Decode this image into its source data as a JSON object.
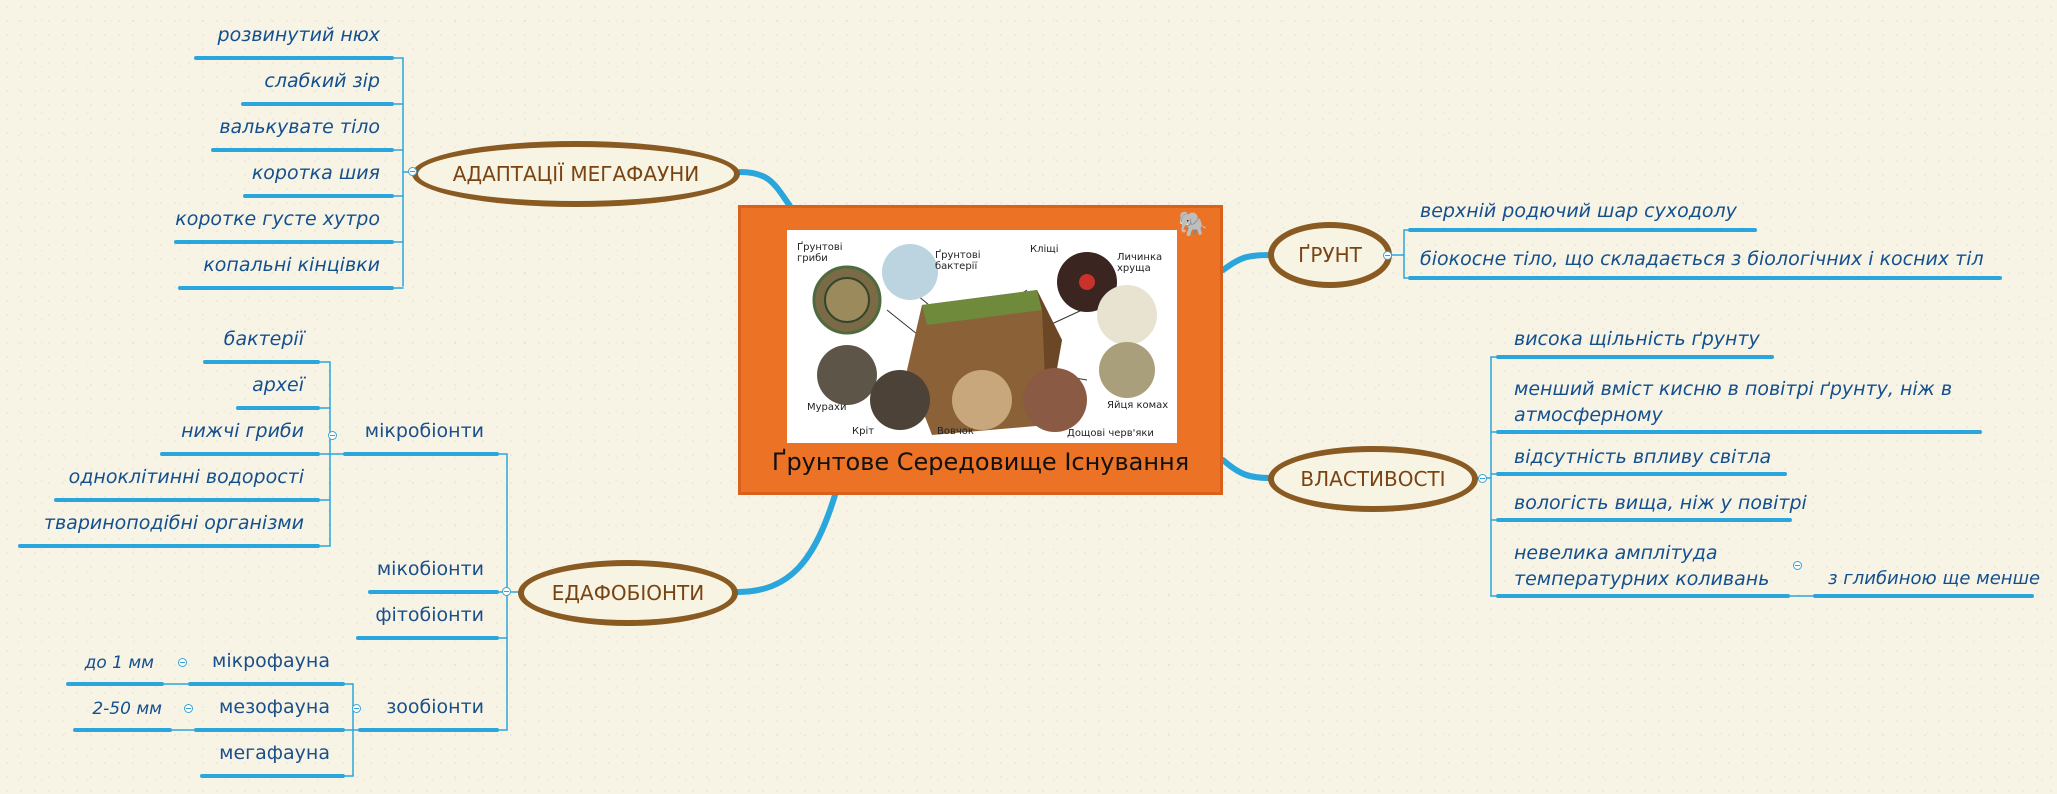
{
  "central": {
    "title": "Ґрунтове Середовище Існування",
    "image_labels": {
      "fungi": "Ґрунтові гриби",
      "bacteria": "Ґрунтові бактерії",
      "mites": "Кліщі",
      "larva": "Личинка хруща",
      "ants": "Мурахи",
      "mole": "Кріт",
      "cricket": "Вовчок",
      "worms": "Дощові черв'яки",
      "eggs": "Яйця комах"
    }
  },
  "adaptations": {
    "label": "АДАПТАЦІЇ МЕГАФАУНИ",
    "items": [
      "розвинутий нюх",
      "слабкий зір",
      "валькувате тіло",
      "коротка шия",
      "коротке густе хутро",
      "копальні кінцівки"
    ]
  },
  "edafobionty": {
    "label": "ЕДАФОБІОНТИ",
    "mikrobionty": {
      "label": "мікробіонти",
      "items": [
        "бактерії",
        "археї",
        "нижчі гриби",
        "одноклітинні водорості",
        "твариноподібні організми"
      ]
    },
    "mikobionty": "мікобіонти",
    "fitobionty": "фітобіонти",
    "zoobionty": {
      "label": "зообіонти",
      "mikrofauna": "мікрофауна",
      "mikrofauna_size": "до 1 мм",
      "mezofauna": "мезофауна",
      "mezofauna_size": "2-50 мм",
      "megafauna": "мегафауна"
    }
  },
  "grunt": {
    "label": "ҐРУНТ",
    "items": [
      "верхній родючий шар суходолу",
      "біокосне тіло, що складається з біологічних і косних тіл"
    ]
  },
  "properties": {
    "label": "ВЛАСТИВОСТІ",
    "items": [
      "висока щільність ґрунту",
      "менший вміст кисню в повітрі ґрунту, ніж в атмосферному",
      "відсутність впливу світла",
      "вологість вища, ніж у повітрі",
      "невелика амплітуда температурних коливань"
    ],
    "amplitude_note": "з глибиною ще менше"
  },
  "colors": {
    "connector": "#2aa6dc",
    "branch_border": "#8a5a23",
    "central_fill": "#ec7226",
    "leaf_text": "#14508e"
  }
}
